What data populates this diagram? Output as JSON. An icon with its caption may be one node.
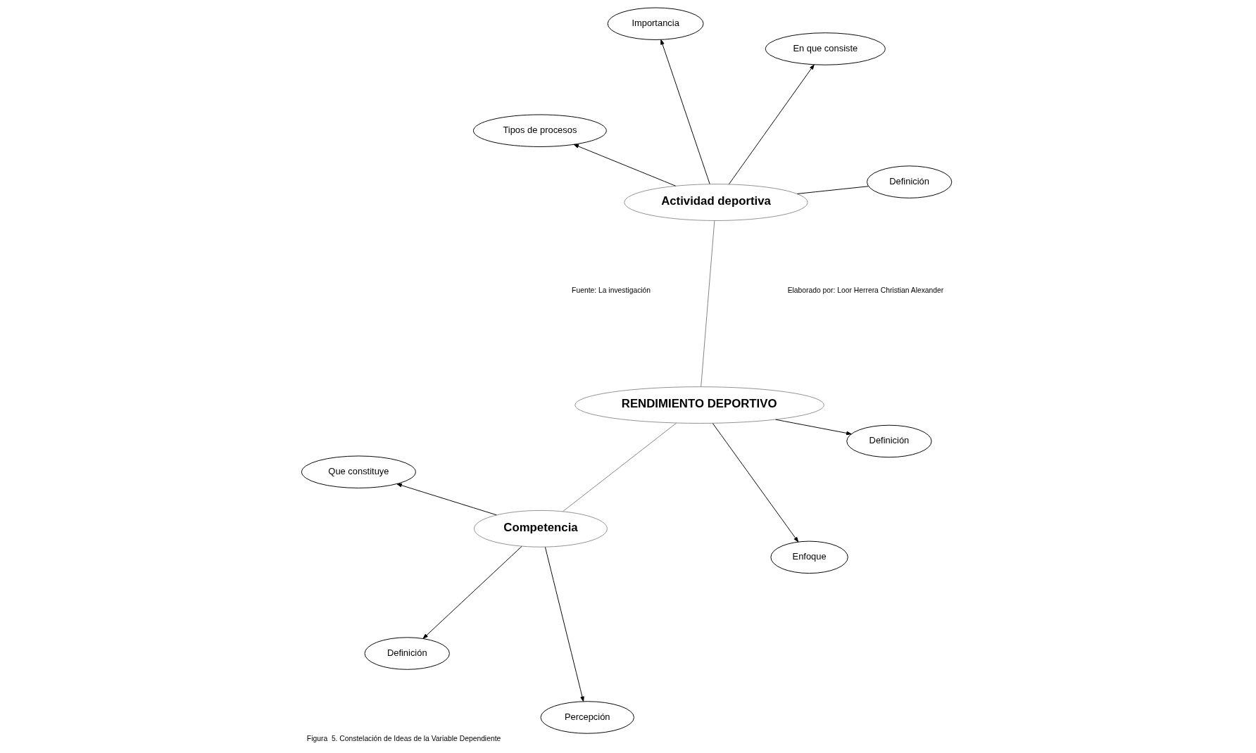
{
  "diagram": {
    "caption": "Figura  5. Constelación de Ideas de la Variable Dependiente",
    "nodes": [
      {
        "text": [
          "Que constituye"
        ]
      },
      {
        "text": [
          "Definición"
        ]
      },
      {
        "text": [
          "Percepción"
        ]
      },
      {
        "text": [
          "Importancia"
        ]
      },
      {
        "text": [
          "Competencia"
        ]
      },
      {
        "text": [
          "RENDIMIENTO DEPORTIVO"
        ]
      },
      {
        "text": [
          "Definición"
        ]
      },
      {
        "text": [
          "En que consiste"
        ]
      },
      {
        "text": [
          "Actividad deportiva"
        ]
      },
      {
        "text": [
          "Enfoque"
        ]
      },
      {
        "text": [
          "Definición"
        ]
      },
      {
        "text": [
          "Tipos de procesos"
        ]
      }
    ],
    "edges": [
      {
        "from": 4,
        "to": 0,
        "arrow": "to"
      },
      {
        "from": 4,
        "to": 2,
        "arrow": "to"
      },
      {
        "from": 4,
        "to": 6,
        "arrow": "to"
      },
      {
        "from": 5,
        "to": 4,
        "arrow": "none",
        "color": "#808080"
      },
      {
        "from": 5,
        "to": 1,
        "arrow": "to"
      },
      {
        "from": 5,
        "to": 9,
        "arrow": "to"
      },
      {
        "from": 5,
        "to": 8,
        "arrow": "none",
        "color": "#808080"
      },
      {
        "from": 8,
        "to": 3,
        "arrow": "to"
      },
      {
        "from": 8,
        "to": 7,
        "arrow": "to"
      },
      {
        "from": 8,
        "to": 11,
        "arrow": "to"
      },
      {
        "from": 8,
        "to": 10,
        "arrow": "none"
      }
    ],
    "labels": [
      "Fuente: La investigación",
      "Elaborado por: Loor Herrera Christian Alexander"
    ]
  }
}
